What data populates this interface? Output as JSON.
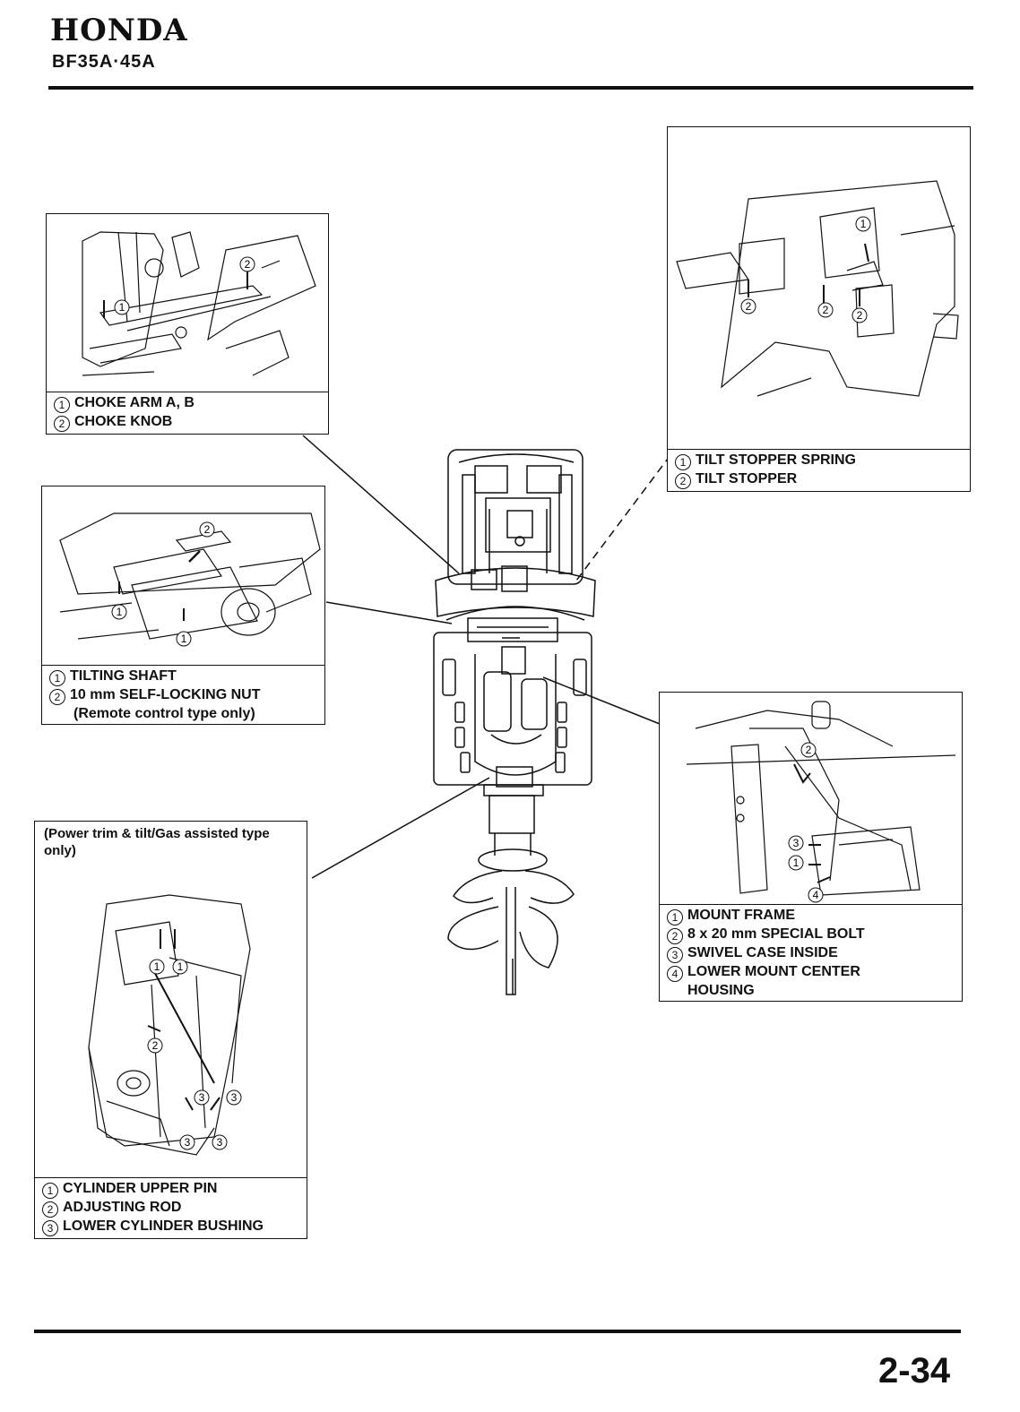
{
  "header": {
    "brand": "HONDA",
    "model": "BF35A·45A"
  },
  "footer": {
    "page_number": "2-34"
  },
  "panels": {
    "choke": {
      "legend": [
        {
          "num": "1",
          "text": "CHOKE ARM A, B"
        },
        {
          "num": "2",
          "text": "CHOKE KNOB"
        }
      ]
    },
    "tilt_stopper": {
      "legend": [
        {
          "num": "1",
          "text": "TILT STOPPER SPRING"
        },
        {
          "num": "2",
          "text": "TILT STOPPER"
        }
      ]
    },
    "tilting_shaft": {
      "legend": [
        {
          "num": "1",
          "text": "TILTING SHAFT"
        },
        {
          "num": "2",
          "text": "10 mm SELF-LOCKING NUT"
        },
        {
          "num": "",
          "text": "(Remote control type only)"
        }
      ]
    },
    "mount_frame": {
      "legend": [
        {
          "num": "1",
          "text": "MOUNT FRAME"
        },
        {
          "num": "2",
          "text": "8 x 20 mm SPECIAL BOLT"
        },
        {
          "num": "3",
          "text": "SWIVEL CASE INSIDE"
        },
        {
          "num": "4",
          "text": "LOWER MOUNT CENTER"
        },
        {
          "num": "",
          "text": "HOUSING"
        }
      ]
    },
    "cylinder": {
      "note": "(Power trim & tilt/Gas assisted type only)",
      "legend": [
        {
          "num": "1",
          "text": "CYLINDER UPPER PIN"
        },
        {
          "num": "2",
          "text": "ADJUSTING ROD"
        },
        {
          "num": "3",
          "text": "LOWER CYLINDER BUSHING"
        }
      ]
    }
  },
  "callouts": {
    "one": "1",
    "two": "2",
    "three": "3",
    "four": "4"
  }
}
